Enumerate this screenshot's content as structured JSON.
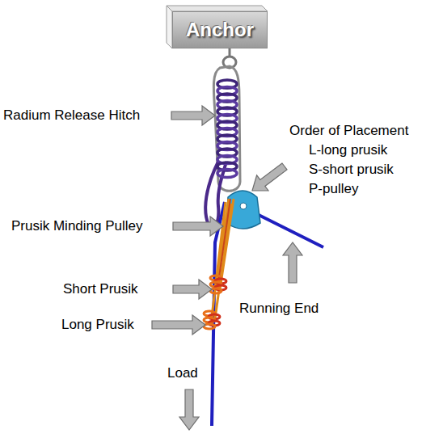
{
  "diagram": {
    "nodes": [
      {
        "text": [
          "Anchor"
        ]
      }
    ],
    "labels": [
      "Radium Release Hitch",
      "Order of Placement",
      "L-long prusik",
      "S-short prusik",
      "P-pulley",
      "Prusik Minding Pulley",
      "Short Prusik",
      "Long Prusik",
      "Running End",
      "Load"
    ]
  }
}
